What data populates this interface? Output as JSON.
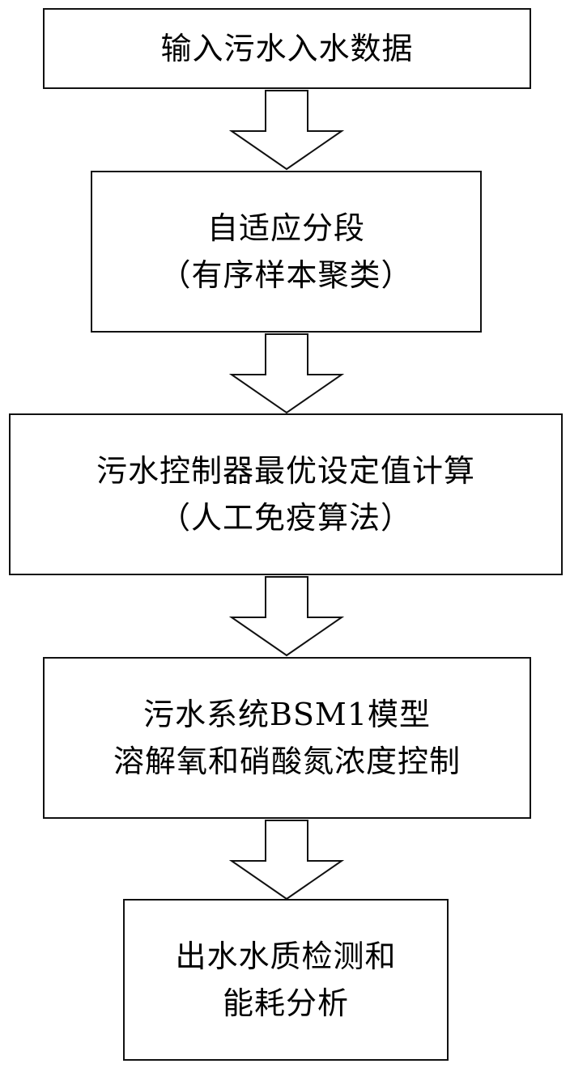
{
  "flowchart": {
    "steps": [
      {
        "lines": [
          "输入污水入水数据"
        ]
      },
      {
        "lines": [
          "自适应分段",
          "（有序样本聚类）"
        ]
      },
      {
        "lines": [
          "污水控制器最优设定值计算",
          "（人工免疫算法）"
        ]
      },
      {
        "lines": [
          "污水系统BSM1模型",
          "溶解氧和硝酸氮浓度控制"
        ]
      },
      {
        "lines": [
          "出水水质检测和",
          "能耗分析"
        ]
      }
    ]
  },
  "colors": {
    "stroke": "#111111",
    "background": "#ffffff"
  }
}
